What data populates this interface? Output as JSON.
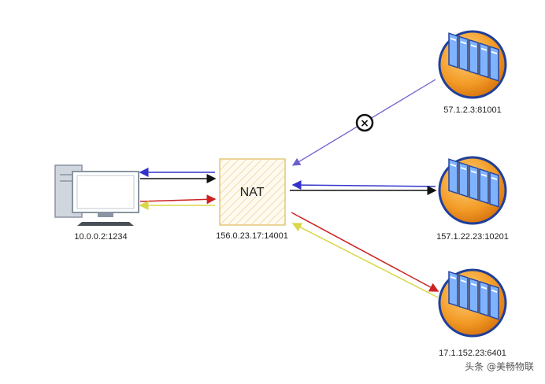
{
  "nat": {
    "label": "NAT",
    "address": "156.0.23.17:14001"
  },
  "client": {
    "address": "10.0.0.2:1234"
  },
  "servers": [
    {
      "address": "57.1.2.3:81001"
    },
    {
      "address": "157.1.22.23:10201"
    },
    {
      "address": "17.1.152.23:6401"
    }
  ],
  "blocked_marker": "×",
  "watermark": "头条 @美畅物联",
  "colors": {
    "blue": "#3333cc",
    "black": "#111111",
    "red": "#cc2222",
    "yellow": "#d8d84a",
    "purple": "#7a6fd0",
    "nat_border": "#e0c070",
    "nat_fill": "#fff8e6",
    "server_orange": "#f0a030",
    "server_blue": "#3a5fc8"
  }
}
